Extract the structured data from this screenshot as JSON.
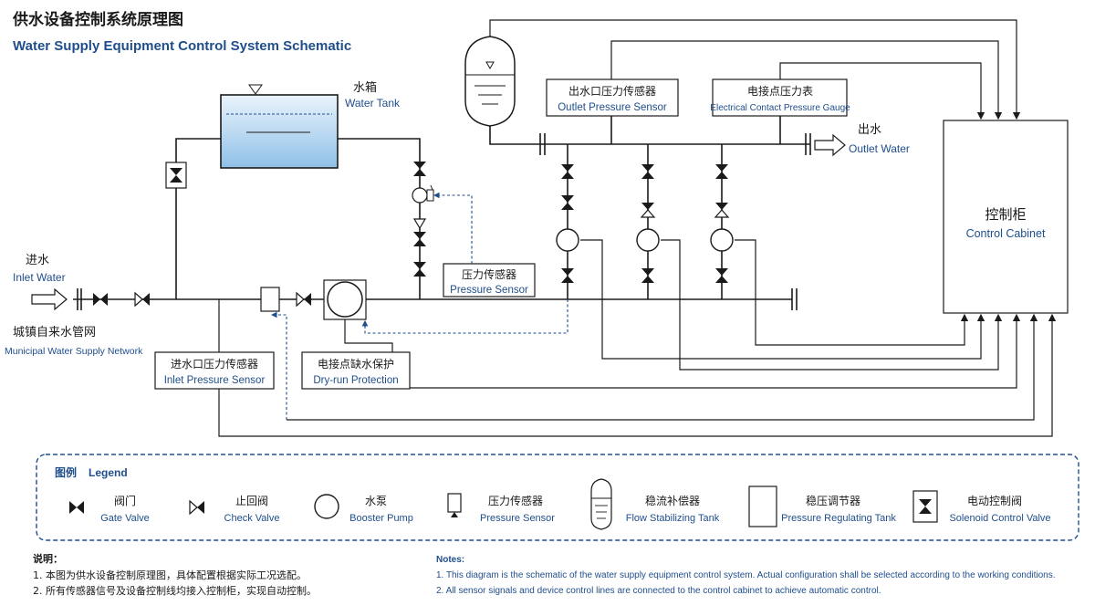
{
  "title": {
    "zh": "供水设备控制系统原理图",
    "en": "Water Supply Equipment Control System Schematic"
  },
  "labels": {
    "water_tank": {
      "zh": "水箱",
      "en": "Water Tank"
    },
    "inlet_water": {
      "zh": "进水",
      "en": "Inlet Water"
    },
    "municipal": {
      "zh": "城镇自来水管网",
      "en": "Municipal Water Supply Network"
    },
    "inlet_sensor": {
      "zh": "进水口压力传感器",
      "en": "Inlet Pressure Sensor"
    },
    "dry_run": {
      "zh": "电接点缺水保护",
      "en": "Dry-run Protection"
    },
    "pressure_sensor": {
      "zh": "压力传感器",
      "en": "Pressure Sensor"
    },
    "outlet_sensor": {
      "zh": "出水口压力传感器",
      "en": "Outlet Pressure Sensor"
    },
    "contact_gauge": {
      "zh": "电接点压力表",
      "en": "Electrical Contact Pressure Gauge"
    },
    "outlet_water": {
      "zh": "出水",
      "en": "Outlet Water"
    },
    "control_cabinet": {
      "zh": "控制柜",
      "en": "Control Cabinet"
    }
  },
  "legend": {
    "title": {
      "zh": "图例",
      "en": "Legend"
    },
    "items": [
      {
        "icon": "gate-valve-icon",
        "zh": "阀门",
        "en": "Gate Valve"
      },
      {
        "icon": "check-valve-icon",
        "zh": "止回阀",
        "en": "Check Valve"
      },
      {
        "icon": "booster-pump-icon",
        "zh": "水泵",
        "en": "Booster Pump"
      },
      {
        "icon": "pressure-sensor-icon",
        "zh": "压力传感器",
        "en": "Pressure Sensor"
      },
      {
        "icon": "flow-stabilizing-tank-icon",
        "zh": "稳流补偿器",
        "en": "Flow Stabilizing Tank"
      },
      {
        "icon": "pressure-regulating-tank-icon",
        "zh": "稳压调节器",
        "en": "Pressure Regulating Tank"
      },
      {
        "icon": "solenoid-valve-icon",
        "zh": "电动控制阀",
        "en": "Solenoid Control Valve"
      }
    ]
  },
  "notes_zh": {
    "title": "说明：",
    "lines": [
      "1. 本图为供水设备控制原理图，具体配置根据实际工况选配。",
      "2. 所有传感器信号及设备控制线均接入控制柜，实现自动控制。"
    ]
  },
  "notes_en": {
    "title": "Notes:",
    "lines": [
      "1. This diagram is the schematic of the water supply equipment control system. Actual configuration shall be selected according to the working conditions.",
      "2. All sensor signals and device control lines are connected to the control cabinet to achieve automatic control."
    ]
  },
  "colors": {
    "accent_blue": "#1f4e8c",
    "line_black": "#1a1a1a",
    "water_light": "#e3f0fb",
    "water_dark": "#8fc0e8"
  }
}
